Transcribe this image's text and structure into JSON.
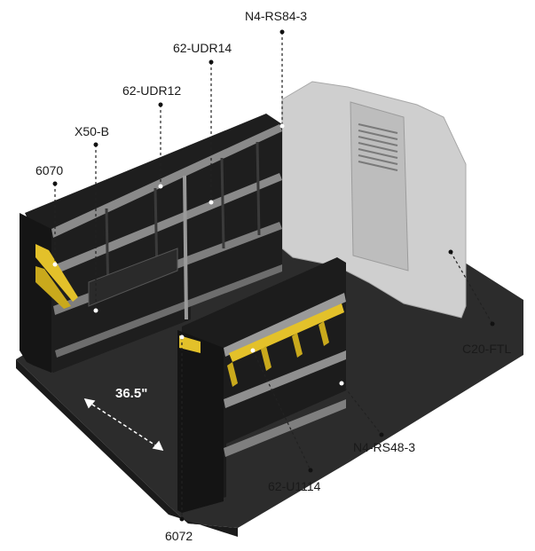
{
  "labels": {
    "n4_rs84_3": "N4-RS84-3",
    "u62_udr14": "62-UDR14",
    "u62_udr12": "62-UDR12",
    "x50_b": "X50-B",
    "p6070": "6070",
    "c20_ftl": "C20-FTL",
    "dimension": "36.5\"",
    "n4_rs48_3": "N4-RS48-3",
    "u62_u1114": "62-U1114",
    "p6072": "6072"
  },
  "colors": {
    "floor": "#2e2e2e",
    "shelf_frame": "#1c1c1c",
    "shelf_edge": "#8c8c8c",
    "partition": "#c9c9c9",
    "yellow_accent": "#e3c12a",
    "leader": "#222222"
  }
}
